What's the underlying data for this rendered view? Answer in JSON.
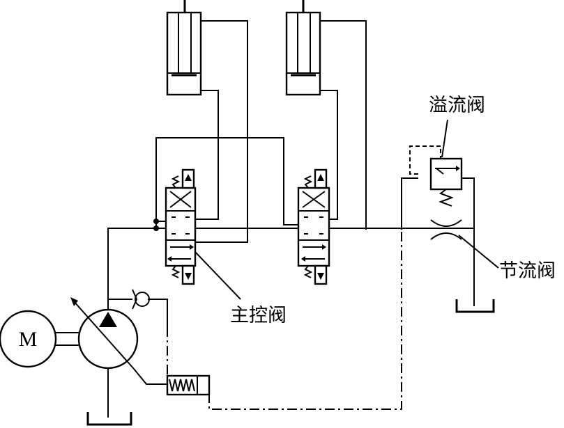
{
  "labels": {
    "motor": "M",
    "relief_valve": "溢流阀",
    "main_valve": "主控阀",
    "throttle_valve": "节流阀"
  },
  "icons": {
    "motor": "motor-icon",
    "pump": "variable-pump-icon",
    "cylinder": "hydraulic-cylinder-icon",
    "valve": "directional-valve-icon",
    "relief": "relief-valve-icon",
    "throttle": "throttle-valve-icon",
    "check": "check-valve-icon",
    "tank": "tank-icon"
  }
}
